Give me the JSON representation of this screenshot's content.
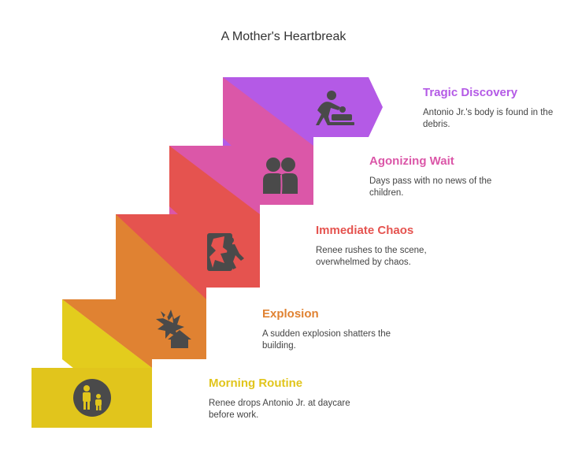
{
  "title": "A Mother's Heartbreak",
  "colors": {
    "step1": "#e1c51c",
    "step2": "#e08232",
    "step3": "#e5534f",
    "step4": "#db57a8",
    "step5": "#b45ae6",
    "icon": "#4a4a4a"
  },
  "steps": [
    {
      "title": "Morning Routine",
      "description": "Renee drops Antonio Jr. at daycare before work.",
      "icon": "parent-child-icon"
    },
    {
      "title": "Explosion",
      "description": "A sudden explosion shatters the building.",
      "icon": "explosion-house-icon"
    },
    {
      "title": "Immediate Chaos",
      "description": "Renee rushes to the scene, overwhelmed by chaos.",
      "icon": "chaos-person-icon"
    },
    {
      "title": "Agonizing Wait",
      "description": "Days pass with no news of the children.",
      "icon": "two-people-icon"
    },
    {
      "title": "Tragic Discovery",
      "description": "Antonio Jr.'s body is found in the debris.",
      "icon": "person-kneeling-icon"
    }
  ]
}
